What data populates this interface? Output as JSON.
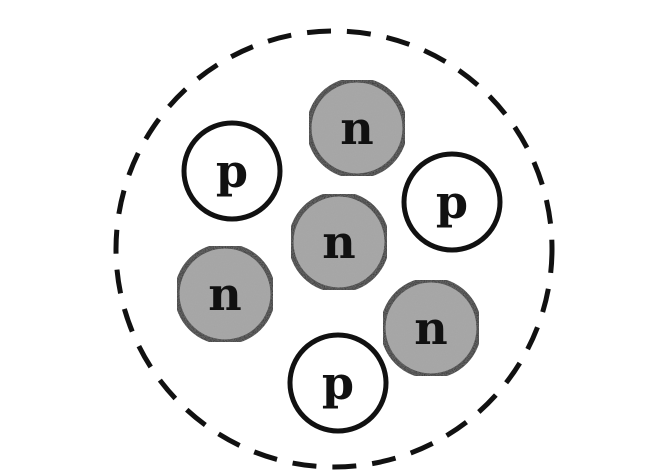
{
  "diagram": {
    "particles": [
      {
        "label": "n",
        "kind": "neutron"
      },
      {
        "label": "p",
        "kind": "proton"
      },
      {
        "label": "p",
        "kind": "proton"
      },
      {
        "label": "n",
        "kind": "neutron"
      },
      {
        "label": "n",
        "kind": "neutron"
      },
      {
        "label": "n",
        "kind": "neutron"
      },
      {
        "label": "p",
        "kind": "proton"
      }
    ],
    "colors": {
      "neutron_fill": "#a9a9a9",
      "proton_fill": "#ffffff",
      "stroke": "#111111",
      "boundary": "#111111"
    }
  }
}
